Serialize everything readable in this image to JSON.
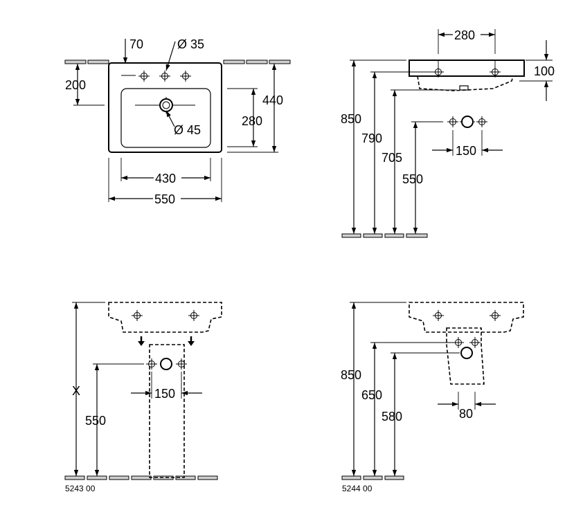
{
  "top_left": {
    "dims": {
      "d70": "70",
      "d35": "Ø 35",
      "d200": "200",
      "d440": "440",
      "d280": "280",
      "d45": "Ø 45",
      "d430": "430",
      "d550": "550"
    }
  },
  "top_right": {
    "dims": {
      "d280": "280",
      "d100": "100",
      "d850": "850",
      "d790": "790",
      "d705": "705",
      "d550": "550",
      "d150": "150"
    }
  },
  "bottom_left": {
    "dims": {
      "dx": "X",
      "d550": "550",
      "d150": "150"
    },
    "code": "5243 00"
  },
  "bottom_right": {
    "dims": {
      "d850": "850",
      "d650": "650",
      "d580": "580",
      "d80": "80"
    },
    "code": "5244 00"
  }
}
